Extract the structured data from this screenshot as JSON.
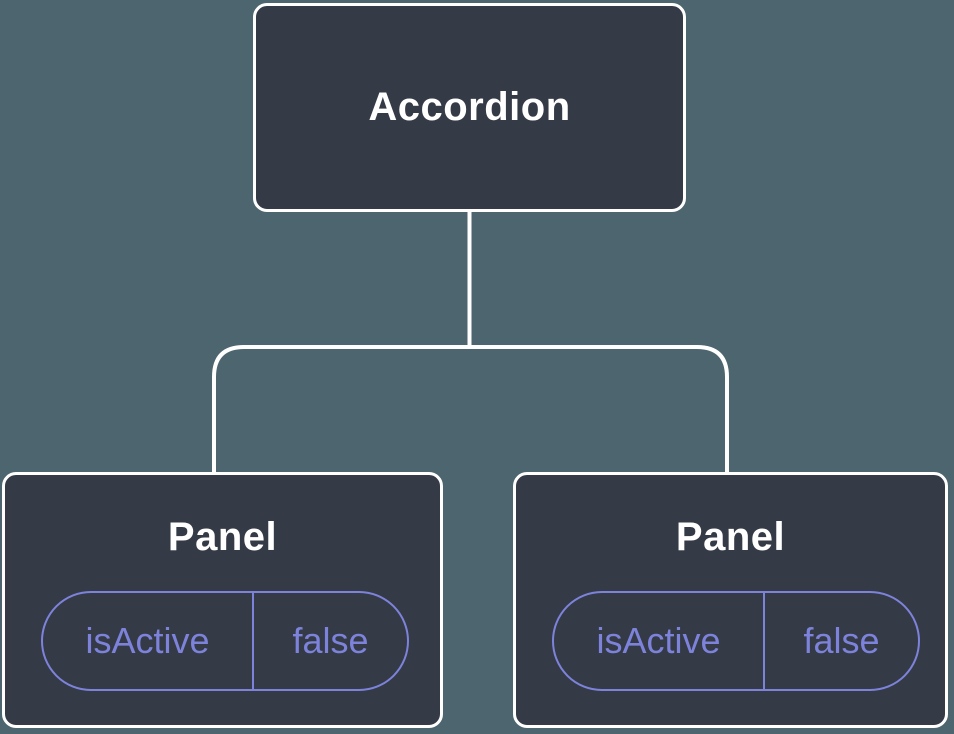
{
  "colors": {
    "background": "#4d656e",
    "node_fill": "#343a46",
    "node_border": "#ffffff",
    "connector": "#ffffff",
    "accent": "#7d83db",
    "title_text": "#ffffff"
  },
  "tree": {
    "root": {
      "label": "Accordion"
    },
    "children": [
      {
        "label": "Panel",
        "state": {
          "key": "isActive",
          "value": "false"
        }
      },
      {
        "label": "Panel",
        "state": {
          "key": "isActive",
          "value": "false"
        }
      }
    ]
  }
}
